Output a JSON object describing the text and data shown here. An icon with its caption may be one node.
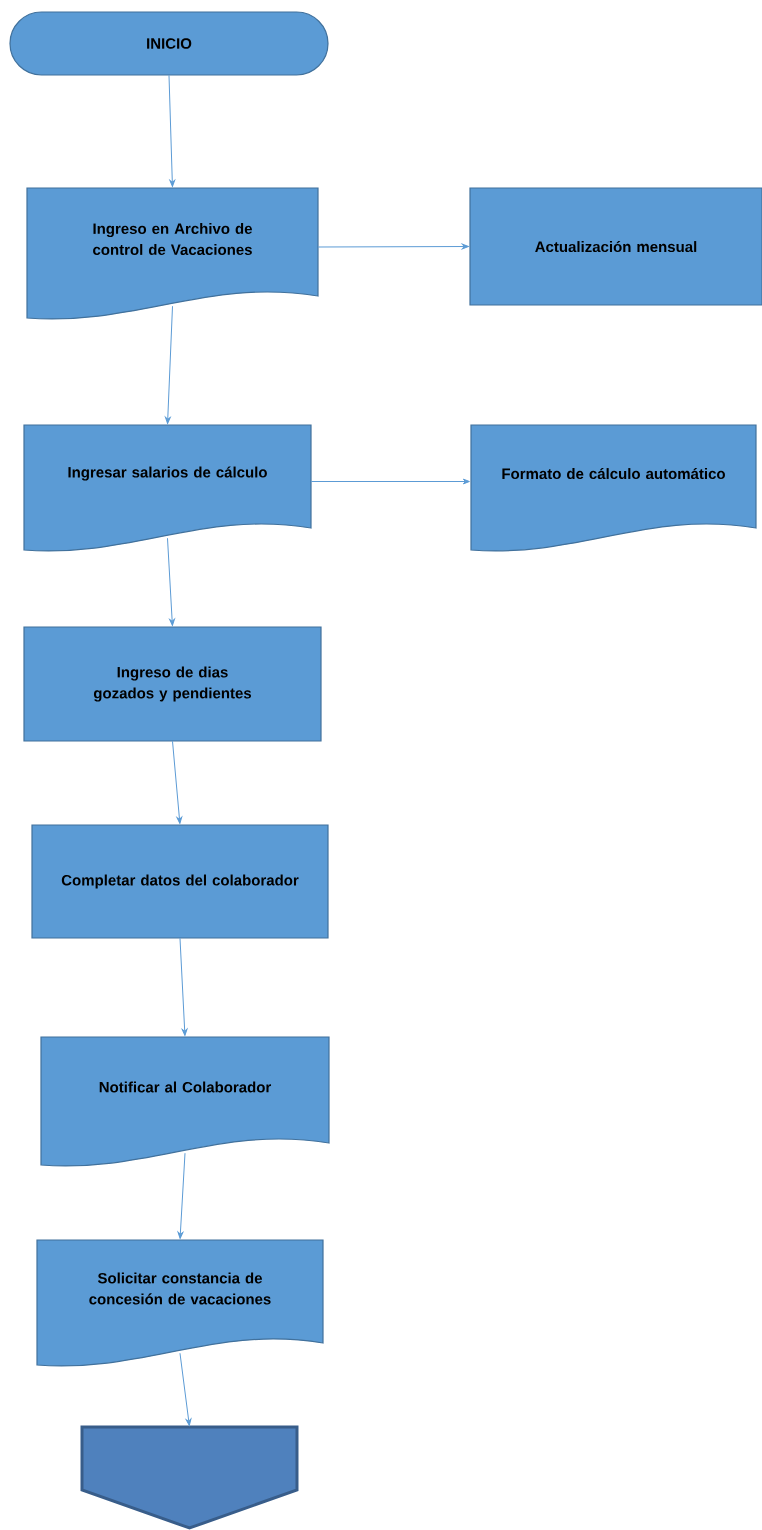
{
  "diagram": {
    "nodes": [
      {
        "text": [
          "INICIO"
        ]
      },
      {
        "text": [
          "Ingreso en Archivo de control de Vacaciones"
        ]
      },
      {
        "text": [
          "Actualización mensual"
        ]
      },
      {
        "text": [
          "Ingresar salarios de cálculo"
        ]
      },
      {
        "text": [
          "Formato de cálculo automático"
        ]
      },
      {
        "text": [
          "Ingreso de dias gozados y pendientes"
        ]
      },
      {
        "text": [
          "Completar datos del colaborador"
        ]
      },
      {
        "text": [
          "Notificar al Colaborador"
        ]
      },
      {
        "text": [
          "Solicitar constancia de concesión de vacaciones"
        ]
      },
      {
        "text": [],
        "shape": "pentagon"
      }
    ],
    "edges": [
      {
        "from": 0,
        "to": 1,
        "arrow": "to"
      },
      {
        "from": 1,
        "to": 2,
        "arrow": "to"
      },
      {
        "from": 1,
        "to": 3,
        "arrow": "to"
      },
      {
        "from": 3,
        "to": 4,
        "arrow": "to"
      },
      {
        "from": 3,
        "to": 5,
        "arrow": "to"
      },
      {
        "from": 5,
        "to": 6,
        "arrow": "to"
      },
      {
        "from": 6,
        "to": 7,
        "arrow": "to"
      },
      {
        "from": 7,
        "to": 8,
        "arrow": "to"
      },
      {
        "from": 8,
        "to": 9,
        "arrow": "to"
      }
    ]
  }
}
